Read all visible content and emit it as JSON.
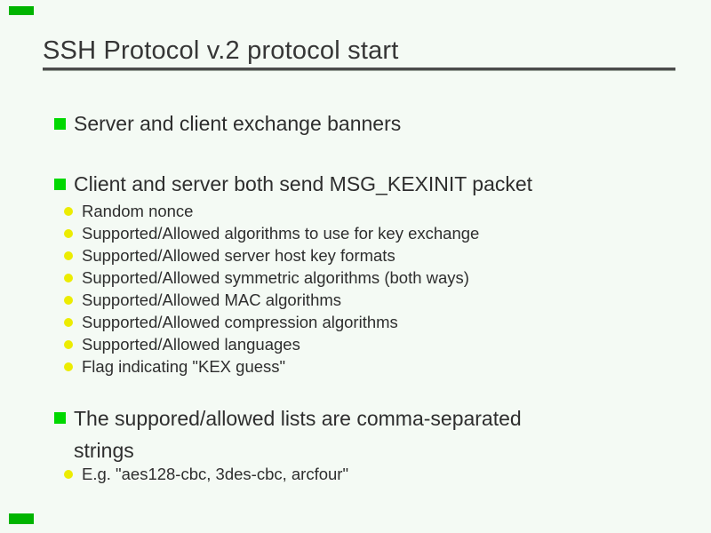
{
  "slide": {
    "title": "SSH Protocol v.2 protocol start",
    "colors": {
      "background": "#f4faf4",
      "bullet_square_green": "#00d800",
      "bullet_dot_yellow": "#ecec00",
      "corner_accent_green": "#00b400",
      "rule_gray": "#4c4c4c",
      "text": "#2e2e2e"
    },
    "bullets": [
      {
        "label": "Server and client exchange banners"
      },
      {
        "label": "Client and server both send MSG_KEXINIT packet",
        "sub": [
          "Random nonce",
          "Supported/Allowed algorithms to use for key exchange",
          "Supported/Allowed server host key formats",
          "Supported/Allowed symmetric algorithms (both ways)",
          "Supported/Allowed MAC algorithms",
          "Supported/Allowed compression algorithms",
          "Supported/Allowed languages",
          "Flag indicating \"KEX guess\""
        ]
      },
      {
        "label_lines": [
          "The suppored/allowed lists are comma-separated",
          "strings"
        ],
        "sub": [
          "E.g. \"aes128-cbc, 3des-cbc, arcfour\""
        ]
      }
    ]
  }
}
